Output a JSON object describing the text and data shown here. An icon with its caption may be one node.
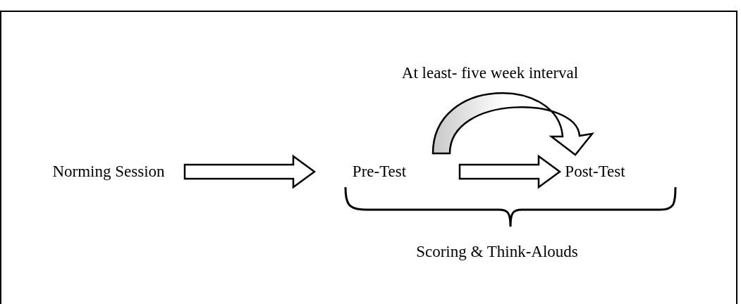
{
  "diagram": {
    "nodes": [
      {
        "text": [
          "Norming Session"
        ]
      },
      {
        "text": [
          "Pre-Test"
        ]
      },
      {
        "text": [
          "Post-Test"
        ]
      }
    ],
    "edges": [
      {
        "from": 0,
        "to": 1,
        "arrow": "to"
      },
      {
        "from": 1,
        "to": 2,
        "arrow": "to"
      },
      {
        "from": 1,
        "to": 2,
        "arrow": "to",
        "label": "At least- five week interval"
      }
    ],
    "labels": [
      "Scoring & Think-Alouds"
    ]
  }
}
